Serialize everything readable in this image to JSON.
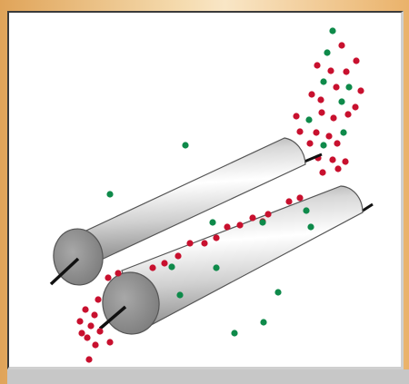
{
  "diagram": {
    "colors": {
      "particle_red": "#c8102e",
      "particle_green": "#0e8a4a",
      "cylinder_light": "#f2f2f2",
      "cylinder_dark": "#8a8a8a",
      "cylinder_end": "#8e8e8e",
      "shaft": "#111111"
    },
    "components": [
      "upper-roller",
      "lower-roller",
      "roller-shaft",
      "red-particles",
      "green-particles"
    ]
  }
}
